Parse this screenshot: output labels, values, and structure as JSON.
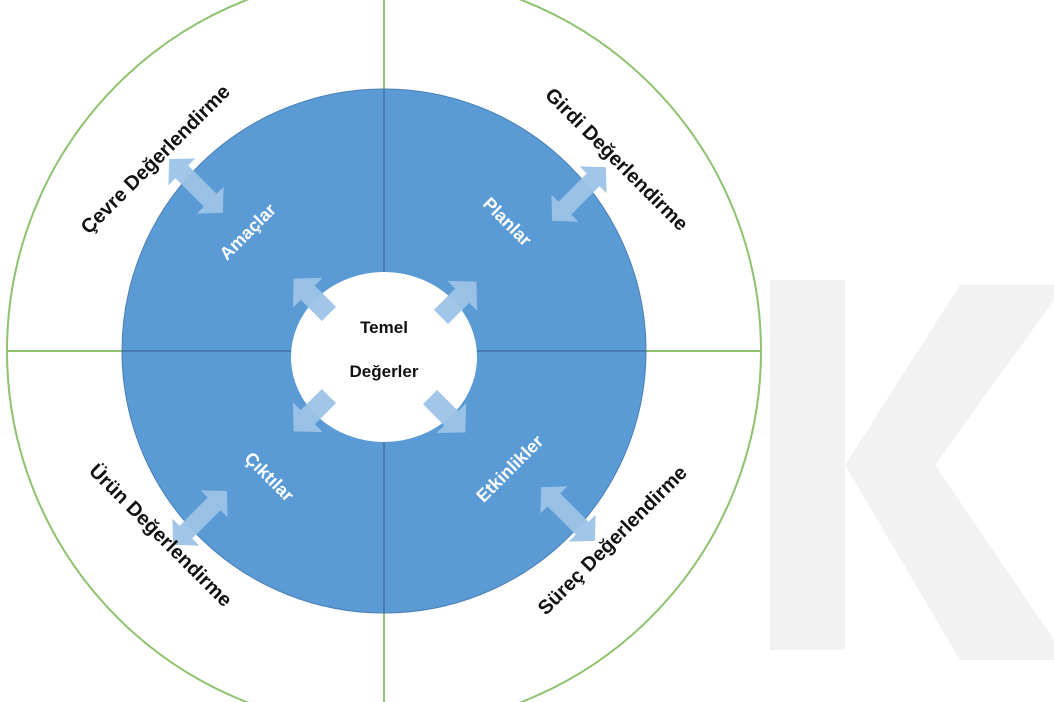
{
  "center": {
    "line1": "Temel",
    "line2": "Değerler"
  },
  "inner_quadrants": {
    "top_left": "Amaçlar",
    "top_right": "Planlar",
    "bottom_left": "Çıktılar",
    "bottom_right": "Etkinlikler"
  },
  "outer_quadrants": {
    "top_left": "Çevre Değerlendirme",
    "top_right": "Girdi Değerlendirme",
    "bottom_left": "Ürün Değerlendirme",
    "bottom_right": "Süreç Değerlendirme"
  },
  "colors": {
    "outer_ring_stroke": "#8dc26f",
    "inner_ring_fill": "#5b9bd5",
    "inner_ring_stroke": "#4a7fb3",
    "arrow_fill": "#9dc3e6",
    "center_fill": "#ffffff",
    "watermark": "#f2f2f2"
  }
}
